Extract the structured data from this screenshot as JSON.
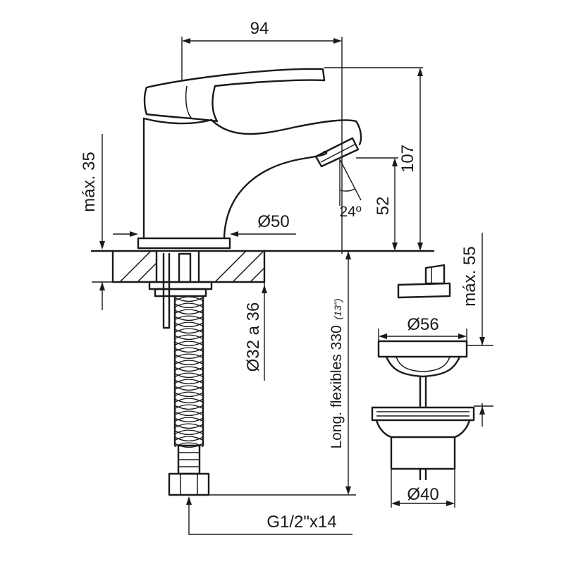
{
  "dimensions": {
    "width_94": "94",
    "height_107": "107",
    "spout_52": "52",
    "angle_24": "24º",
    "max_35": "máx. 35",
    "base_50": "Ø50",
    "max_55": "máx. 55",
    "hole_32_36": "Ø32 a 36",
    "flex_length": "Long. flexibles 330",
    "flex_length_in": "(13\")",
    "drain_56": "Ø56",
    "drain_40": "Ø40",
    "thread": "G1/2\"x14"
  }
}
